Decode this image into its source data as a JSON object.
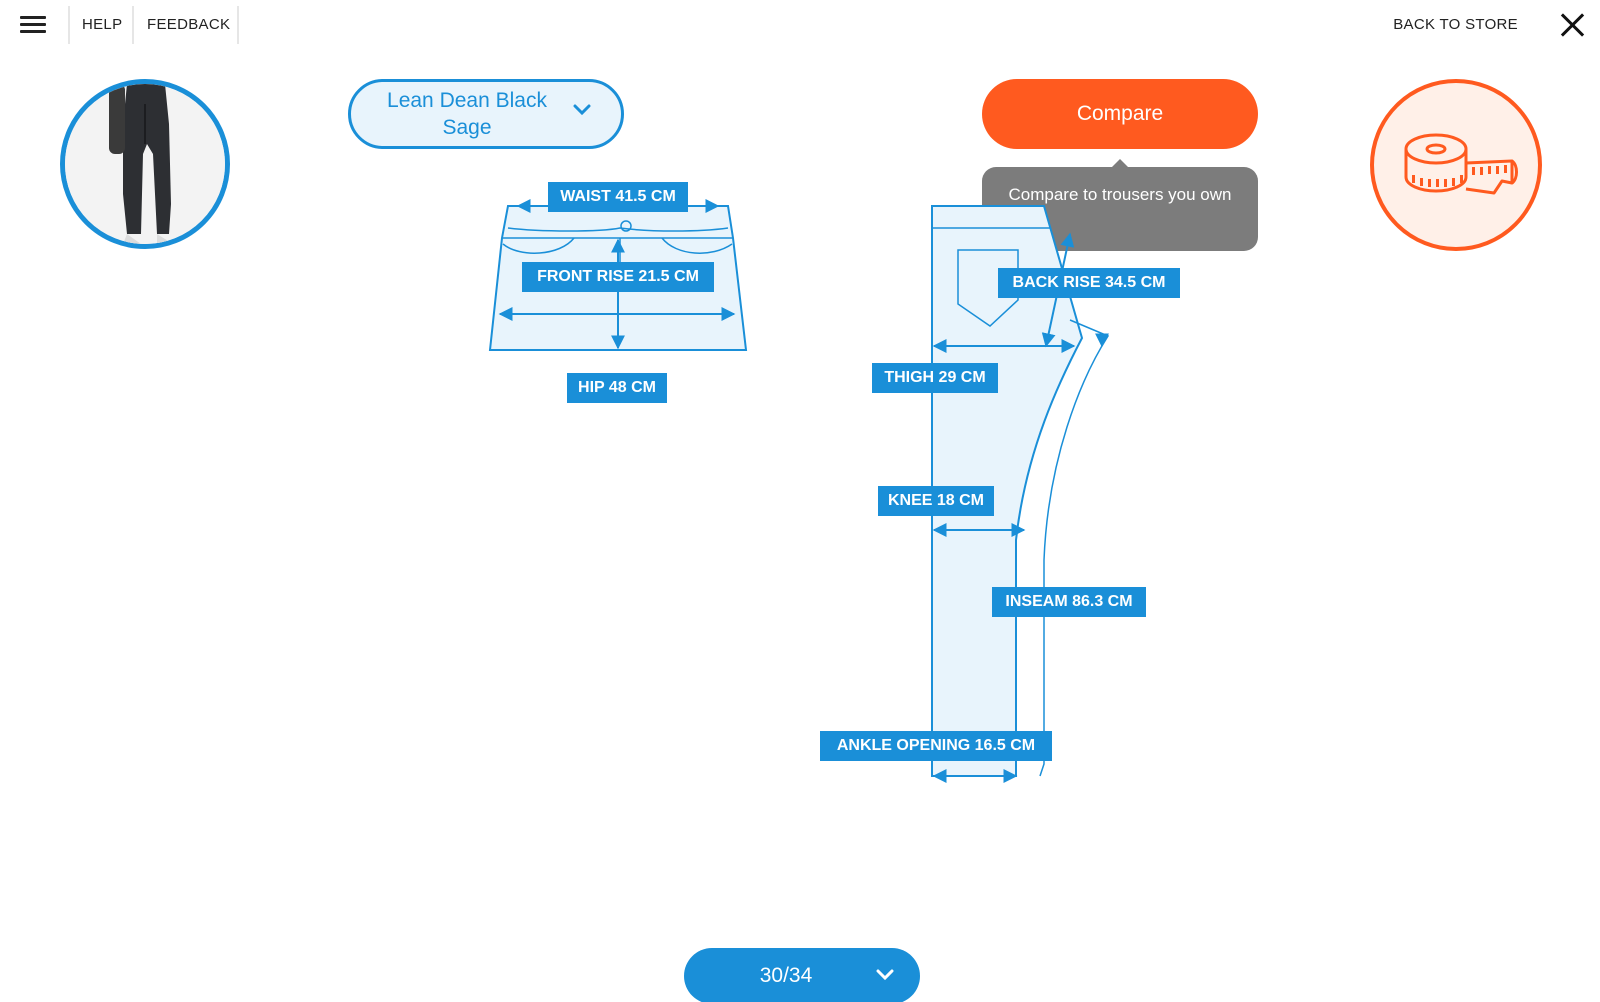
{
  "nav": {
    "help": "HELP",
    "feedback": "FEEDBACK",
    "back_to_store": "BACK TO STORE"
  },
  "product": {
    "style_name": "Lean Dean Black Sage",
    "size": "30/34"
  },
  "compare": {
    "button_label": "Compare",
    "tooltip": "Compare to trousers you own"
  },
  "measurements": {
    "waist": "WAIST 41.5 CM",
    "front_rise": "FRONT RISE 21.5 CM",
    "hip": "HIP 48 CM",
    "back_rise": "BACK RISE 34.5 CM",
    "thigh": "THIGH 29 CM",
    "knee": "KNEE 18 CM",
    "inseam": "INSEAM 86.3 CM",
    "ankle_opening": "ANKLE OPENING 16.5 CM"
  },
  "icons": [
    "menu-icon",
    "close-icon",
    "chevron-down-icon",
    "tape-measure-icon"
  ],
  "colors": {
    "accent_blue": "#1a8fd8",
    "light_blue": "#e8f4fc",
    "accent_orange": "#ff5a1f",
    "tooltip_gray": "#6e6e6e"
  }
}
